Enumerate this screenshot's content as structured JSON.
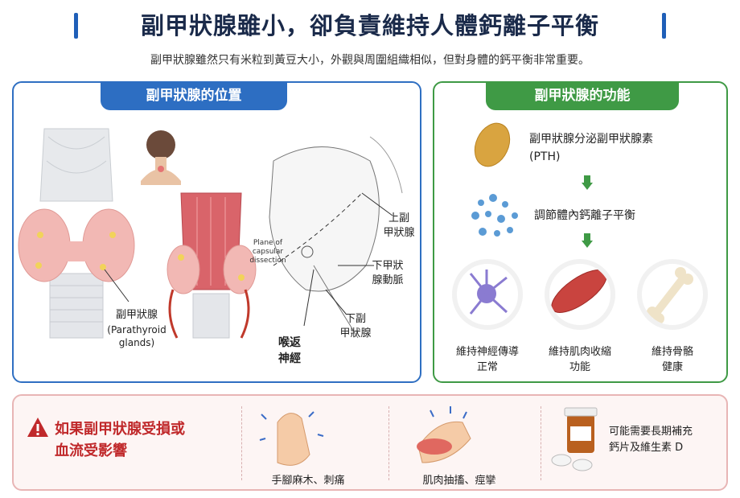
{
  "header": {
    "title": "副甲狀腺雖小，卻負責維持人體鈣離子平衡",
    "subtitle": "副甲狀腺雖然只有米粒到黃豆大小，外觀與周圍組織相似，但對身體的鈣平衡非常重要。"
  },
  "location_panel": {
    "tab": "副甲狀腺的位置",
    "label_parathyroid": "副甲狀腺",
    "label_parathyroid_en1": "(Parathyroid",
    "label_parathyroid_en2": "glands)",
    "label_plane1": "Plane of",
    "label_plane2": "capsular",
    "label_plane3": "dissection",
    "label_upper1": "上副",
    "label_upper2": "甲狀腺",
    "label_artery1": "下甲狀",
    "label_artery2": "腺動脈",
    "label_lower1": "下副",
    "label_lower2": "甲狀腺",
    "label_nerve1": "喉返",
    "label_nerve2": "神經"
  },
  "function_panel": {
    "tab": "副甲狀腺的功能",
    "step1_line1": "副甲狀腺分泌副甲狀腺素",
    "step1_line2": "(PTH)",
    "step2": "調節體內鈣離子平衡",
    "effects": [
      {
        "line1": "維持神經傳導",
        "line2": "正常",
        "icon": "neuron-icon"
      },
      {
        "line1": "維持肌肉收縮",
        "line2": "功能",
        "icon": "muscle-icon"
      },
      {
        "line1": "維持骨骼",
        "line2": "健康",
        "icon": "bone-icon"
      }
    ]
  },
  "warning_panel": {
    "line1": "如果副甲狀腺受損或",
    "line2": "血流受影響",
    "symptom1": "手腳麻木、刺痛",
    "symptom2": "肌肉抽搐、痙攣",
    "supplement_line1": "可能需要長期補充",
    "supplement_line2": "鈣片及維生素 D"
  },
  "colors": {
    "blue": "#2d6ec2",
    "green": "#3f9a45",
    "red": "#c0292b",
    "tissue_pink": "#f2b8b4",
    "gland_yellow": "#f2d35a"
  }
}
